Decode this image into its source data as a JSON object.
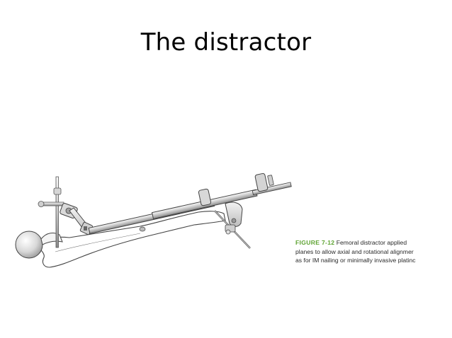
{
  "slide": {
    "title": "The distractor"
  },
  "figure": {
    "caption": {
      "label": "FIGURE 7-12",
      "line1_rest": "Femoral distractor applied",
      "line2": "planes to allow axial and rotational alignmer",
      "line3": "as for IM nailing or minimally invasive platinc"
    }
  },
  "colors": {
    "caption_label": "#5ea332",
    "metal_dark": "#555555",
    "metal_light": "#e6e6e6"
  }
}
